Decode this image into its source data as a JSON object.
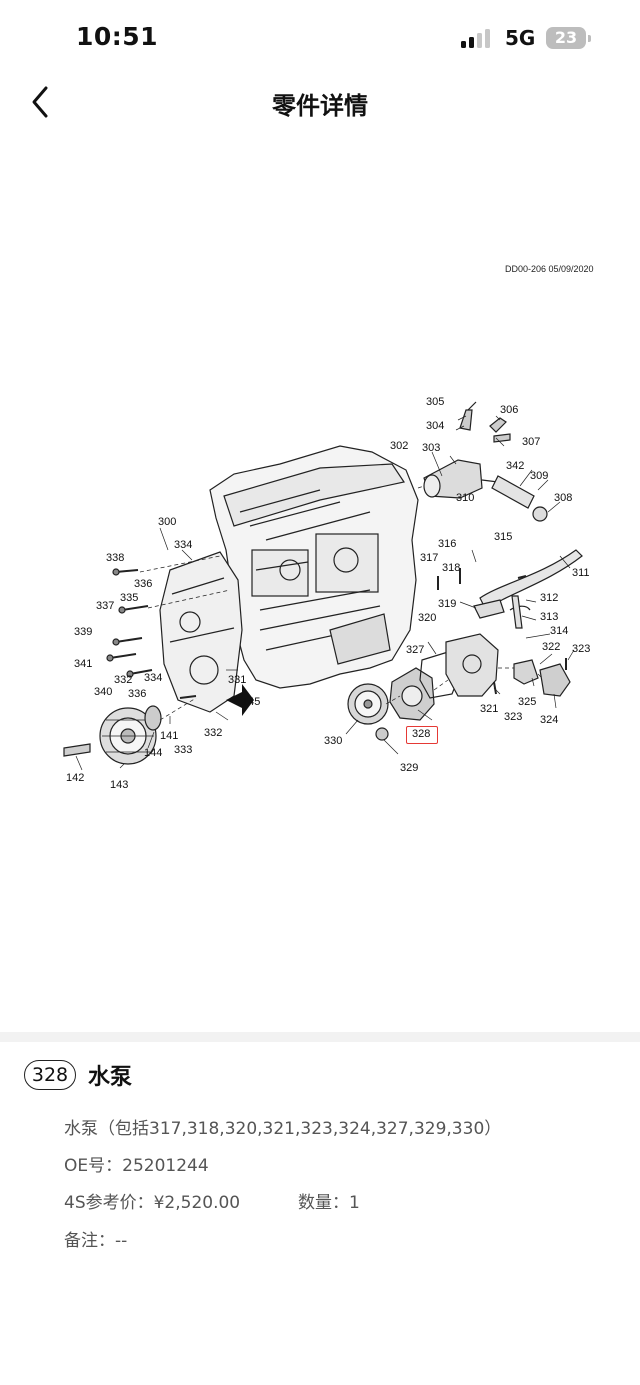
{
  "status_bar": {
    "time": "10:51",
    "network": "5G",
    "battery": "23"
  },
  "nav": {
    "title": "零件详情",
    "back_icon": "chevron-left-icon"
  },
  "diagram": {
    "drawing_code": "DD00-206 05/09/2020",
    "callouts": [
      "305",
      "306",
      "304",
      "307",
      "302",
      "303",
      "342",
      "309",
      "310",
      "308",
      "316",
      "315",
      "317",
      "318",
      "311",
      "312",
      "320",
      "319",
      "313",
      "314",
      "327",
      "322",
      "323",
      "321",
      "323",
      "325",
      "324",
      "328",
      "329",
      "330",
      "300",
      "334",
      "338",
      "336",
      "335",
      "337",
      "334",
      "339",
      "341",
      "340",
      "332",
      "336",
      "331",
      "145",
      "141",
      "333",
      "332",
      "144",
      "143",
      "142"
    ]
  },
  "part": {
    "number": "328",
    "name": "水泵",
    "description": "水泵（包括317,318,320,321,323,324,327,329,330）",
    "oe": "OE号：25201244",
    "price": "4S参考价：¥2,520.00",
    "quantity": "数量：1",
    "note": "备注：--"
  },
  "colors": {
    "highlight": "#e53935",
    "divider": "#f2f2f2",
    "text_secondary": "#555555"
  }
}
